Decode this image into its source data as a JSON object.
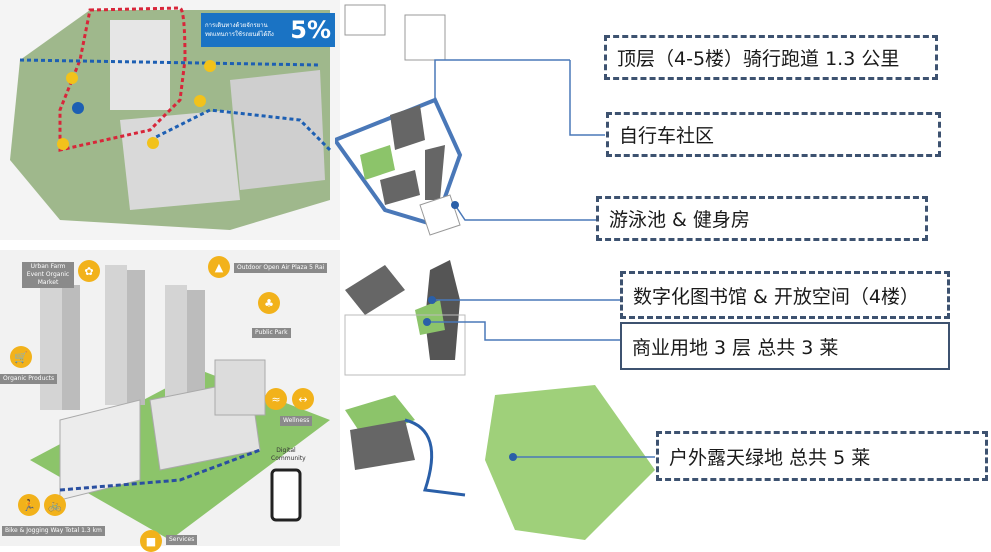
{
  "top_left_plan": {
    "badge_text": "การเดินทางด้วยจักรยาน ทดแทนการใช้รถยนต์ได้ถึง",
    "badge_percent": "5%"
  },
  "bottom_left_axon": {
    "tags": {
      "urban_farm": "Urban Farm Event Organic Market",
      "plaza": "Outdoor Open Air Plaza 5 Rai",
      "public_park": "Public Park",
      "organic": "Organic Products",
      "wellness": "Wellness",
      "digital": "Digital Community",
      "bike": "Bike & Jogging Way Total 1.3 km",
      "services": "Services"
    }
  },
  "labels": {
    "cycling_track": "顶层（4-5楼）骑行跑道 1.3 公里",
    "bike_community": "自行车社区",
    "pool_gym": "游泳池 & 健身房",
    "library": "数字化图书馆 & 开放空间（4楼）",
    "commercial": "商业用地 3 层 总共 3 莱",
    "outdoor_green": "户外露天绿地 总共 5 莱"
  },
  "colors": {
    "label_border": "#3d5270",
    "accent_yellow": "#f2b21b",
    "green": "#7fbf5a",
    "blue": "#1a73c4"
  }
}
